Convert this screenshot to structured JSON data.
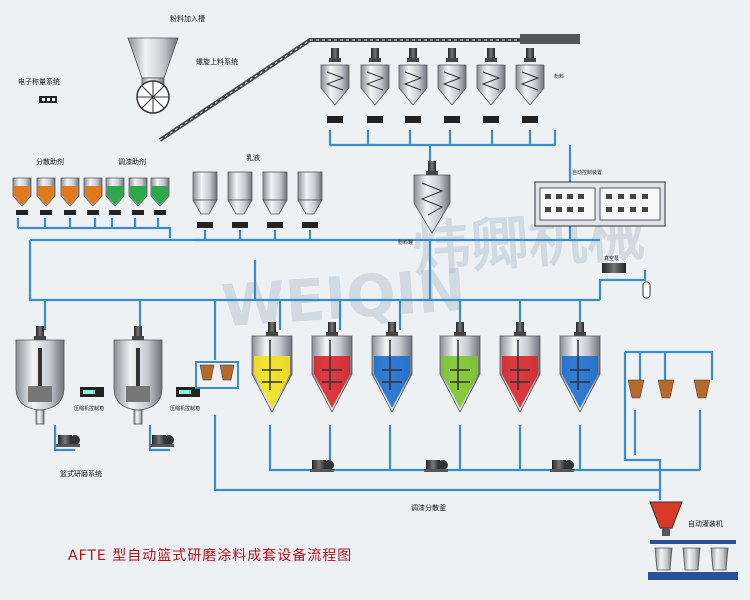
{
  "title": "AFTE 型自动篮式研磨涂料成套设备流程图",
  "watermark": {
    "latin": "WEIQIN",
    "chinese": "炜卿机械"
  },
  "labels": {
    "powder_hopper": "粉料加入槽",
    "screw_conveyor": "螺旋上料系统",
    "electronic_weighing": "电子称量系统",
    "powder_side": "粉料",
    "dispersant": "分散助剂",
    "paint_auxiliary": "调漆助剂",
    "emulsion": "乳液",
    "auto_control": "自动控制装置",
    "vacuum_pump": "真空泵",
    "powder_tank": "粉料罐",
    "basket_mill": "篮式研磨系统",
    "mixing_tank": "调漆分散釜",
    "auto_filling": "自动灌装机",
    "controller_1": "压缩机控制箱",
    "controller_2": "压缩机控制箱"
  },
  "colors": {
    "pipe": "#3a8ec8",
    "title": "#b0101a",
    "dispersant_fill": "#e07a1f",
    "auxiliary_fill": "#2ea84a",
    "reactor_yellow": "#f2e21a",
    "reactor_red": "#d8262c",
    "reactor_blue": "#1e6fd0",
    "reactor_green": "#7cc62a"
  },
  "reactors": [
    {
      "color": "#f2e21a"
    },
    {
      "color": "#d8262c"
    },
    {
      "color": "#1e6fd0"
    },
    {
      "color": "#7cc62a"
    },
    {
      "color": "#d8262c"
    },
    {
      "color": "#1e6fd0"
    }
  ],
  "icons": [
    "motor-icon",
    "pump-icon",
    "control-panel-icon",
    "hopper-icon",
    "filling-machine-icon"
  ]
}
